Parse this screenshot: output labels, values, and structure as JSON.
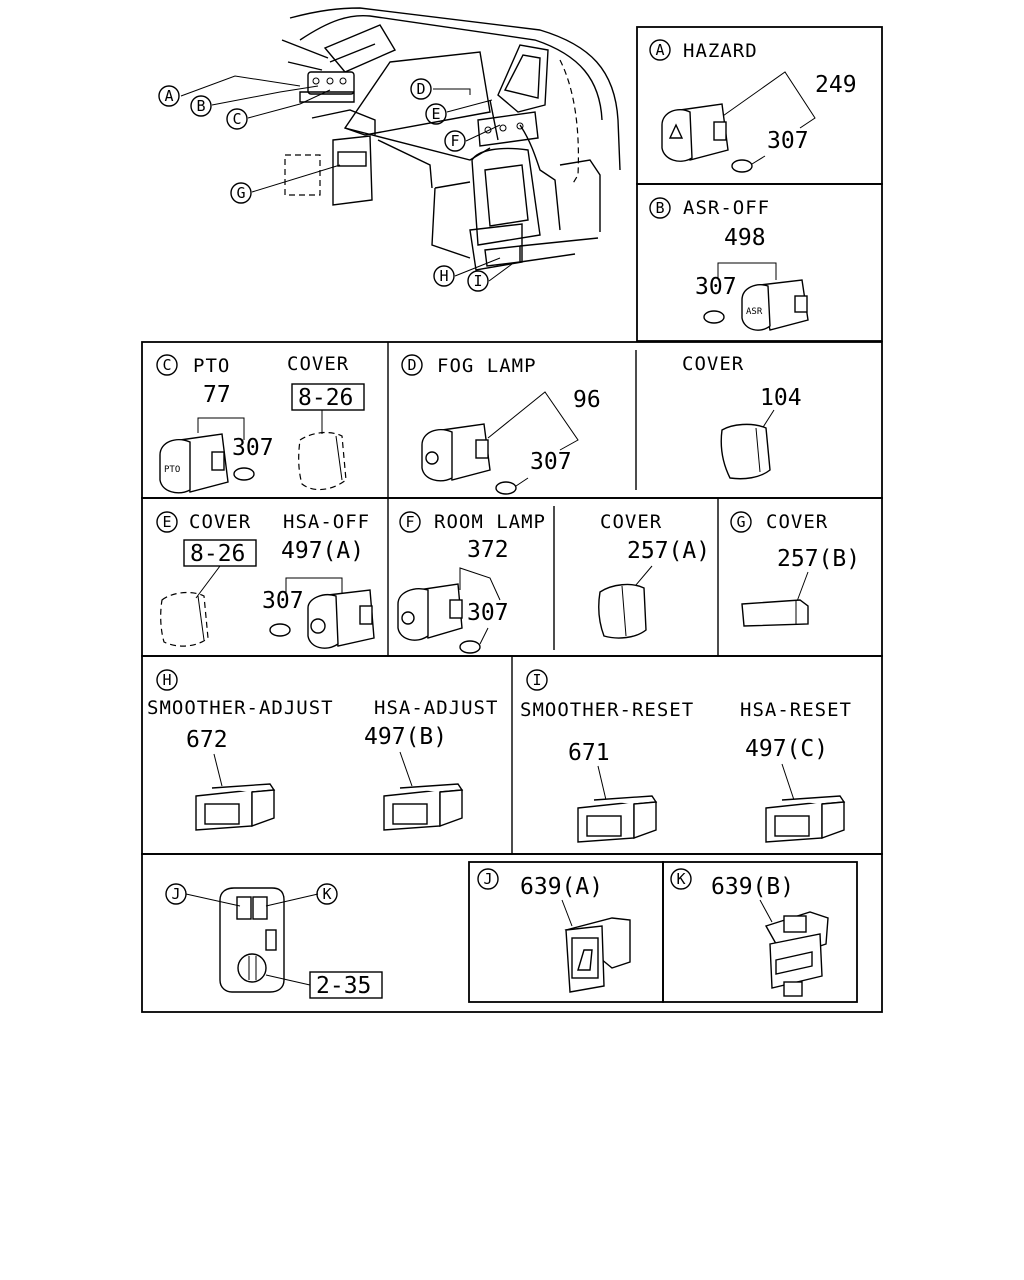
{
  "callouts": {
    "A": "A",
    "B": "B",
    "C": "C",
    "D": "D",
    "E": "E",
    "F": "F",
    "G": "G",
    "H": "H",
    "I": "I",
    "J": "J",
    "K": "K"
  },
  "panels": {
    "a": {
      "title": "HAZARD",
      "part_switch": "249",
      "part_bulb": "307"
    },
    "b": {
      "title": "ASR-OFF",
      "part_switch": "498",
      "part_bulb": "307"
    },
    "c": {
      "title": "PTO",
      "cover_title": "COVER",
      "part_switch": "77",
      "part_bulb": "307",
      "cover_ref": "8-26"
    },
    "d": {
      "title": "FOG LAMP",
      "cover_title": "COVER",
      "part_switch": "96",
      "part_bulb": "307",
      "part_cover": "104"
    },
    "e": {
      "title": "COVER",
      "title2": "HSA-OFF",
      "cover_ref": "8-26",
      "part_switch": "497(A)",
      "part_bulb": "307"
    },
    "f": {
      "title": "ROOM LAMP",
      "cover_title": "COVER",
      "part_switch": "372",
      "part_bulb": "307",
      "part_cover": "257(A)"
    },
    "g": {
      "title": "COVER",
      "part_cover": "257(B)"
    },
    "h": {
      "title1": "SMOOTHER-ADJUST",
      "title2": "HSA-ADJUST",
      "part1": "672",
      "part2": "497(B)"
    },
    "i": {
      "title1": "SMOOTHER-RESET",
      "title2": "HSA-RESET",
      "part1": "671",
      "part2": "497(C)"
    },
    "j": {
      "part": "639(A)"
    },
    "k": {
      "part": "639(B)"
    },
    "panel_ref": "2-35"
  }
}
